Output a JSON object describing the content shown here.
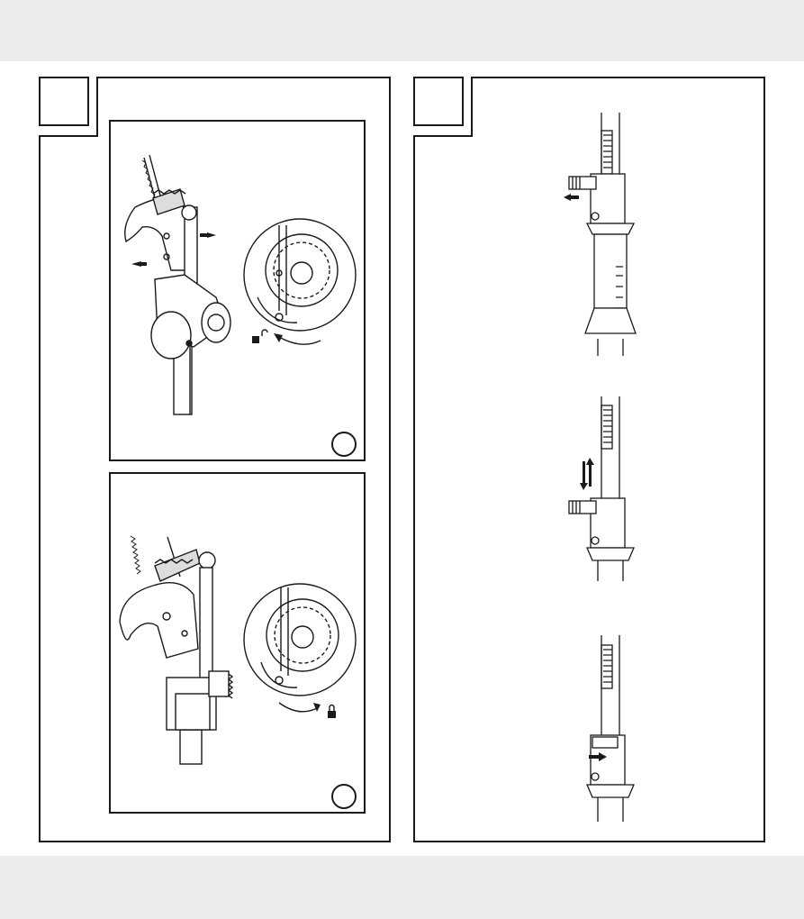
{
  "figures": [
    {
      "id": "left-figure",
      "steps": [
        {
          "id": "step-unlock",
          "lock_state": "unlocked"
        },
        {
          "id": "step-lock",
          "lock_state": "locked"
        }
      ]
    },
    {
      "id": "right-figure",
      "steps": [
        {
          "id": "pull-lever"
        },
        {
          "id": "slide-pole"
        },
        {
          "id": "push-lever"
        }
      ]
    }
  ],
  "icons": {
    "unlock": "unlock-padlock-icon",
    "lock": "lock-padlock-icon",
    "arrow": "arrow-icon"
  }
}
